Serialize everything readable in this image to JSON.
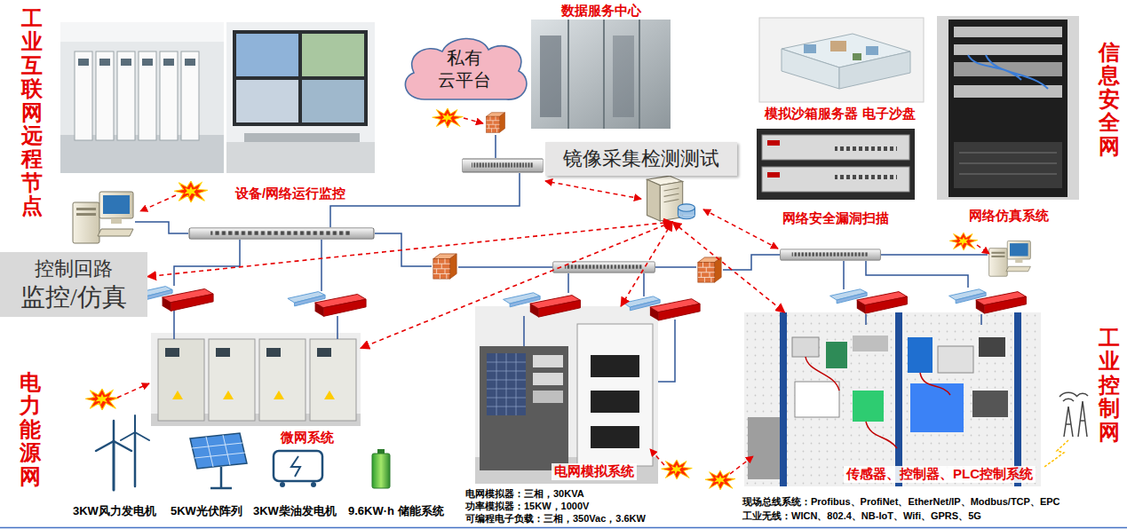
{
  "diagram": {
    "nodes": [
      {
        "text": [
          "私有 云平台"
        ]
      },
      {
        "text": [
          "数据服务中心"
        ]
      },
      {
        "text": [
          "镜像采集检测测试"
        ]
      },
      {
        "text": [
          "模拟沙箱服务器 电子沙盘"
        ]
      },
      {
        "text": [
          "网络安全漏洞扫描"
        ]
      },
      {
        "text": [
          "网络仿真系统"
        ]
      },
      {
        "text": [
          "控制回路",
          "监控/仿真"
        ]
      },
      {
        "text": [
          "微网系统"
        ]
      },
      {
        "text": [
          "电网模拟系统"
        ]
      },
      {
        "text": [
          "传感器、控制器、PLC控制系统"
        ]
      }
    ],
    "edges": [
      {
        "from": 2,
        "to": 6,
        "arrow": "both"
      },
      {
        "from": 2,
        "to": 7,
        "arrow": "both"
      },
      {
        "from": 2,
        "to": 8,
        "arrow": "both"
      },
      {
        "from": 2,
        "to": 9,
        "arrow": "both"
      }
    ],
    "labels": [
      "工业互联网远程节点",
      "信息安全网",
      "电力能源网",
      "工业控制网",
      "设备/网络运行监控",
      "3KW风力发电机",
      "5KW光伏阵列",
      "3KW柴油发电机",
      "9.6KW·h 储能系统",
      "电网模拟器：三相，30KVA",
      "功率模拟器：15KW，1000V",
      "可编程电子负载：三相，350Vac，3.6KW",
      "现场总线系统：Profibus、ProfiNet、EtherNet/IP、Modbus/TCP、EPC",
      "工业无线：WICN、802.4、NB-IoT、Wifi、GPRS、5G"
    ]
  }
}
